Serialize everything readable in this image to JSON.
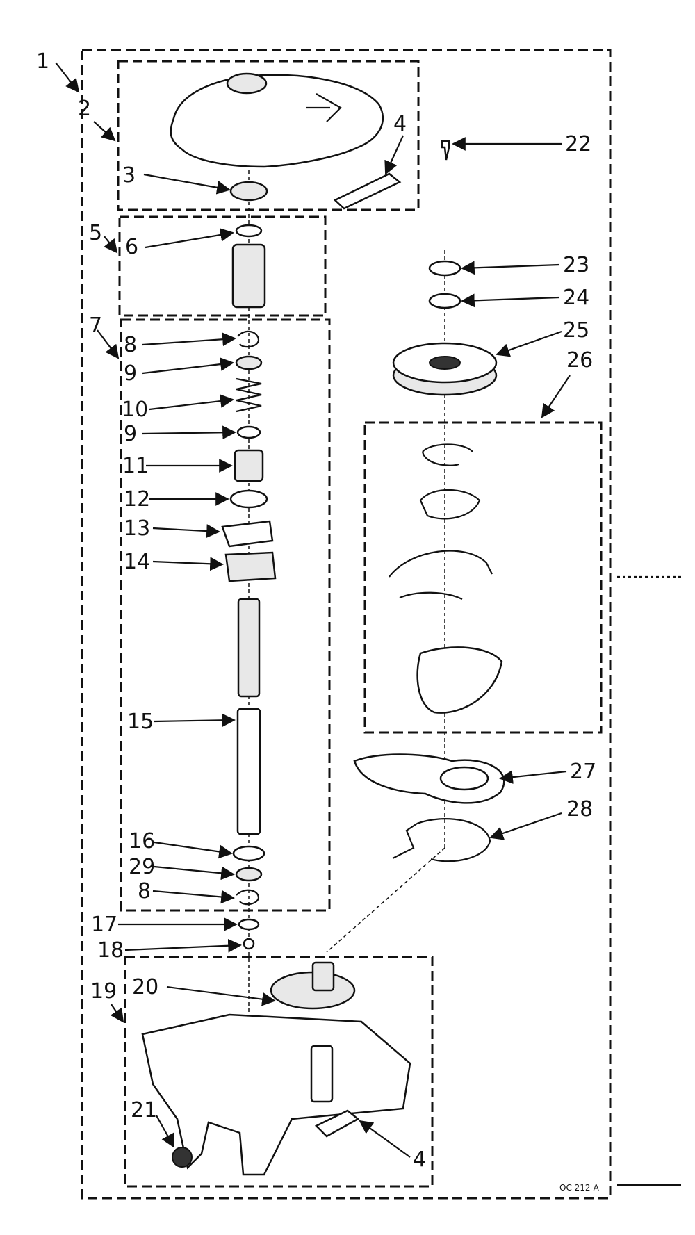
{
  "callouts": {
    "c1": "1",
    "c2": "2",
    "c3": "3",
    "c4a": "4",
    "c4b": "4",
    "c5": "5",
    "c6": "6",
    "c7": "7",
    "c8a": "8",
    "c8b": "8",
    "c9a": "9",
    "c9b": "9",
    "c10": "10",
    "c11": "11",
    "c12": "12",
    "c13": "13",
    "c14": "14",
    "c15": "15",
    "c16": "16",
    "c17": "17",
    "c18": "18",
    "c19": "19",
    "c20": "20",
    "c21": "21",
    "c22": "22",
    "c23": "23",
    "c24": "24",
    "c25": "25",
    "c26": "26",
    "c27": "27",
    "c28": "28",
    "c29": "29"
  },
  "drawing_code": "OC 212-A"
}
